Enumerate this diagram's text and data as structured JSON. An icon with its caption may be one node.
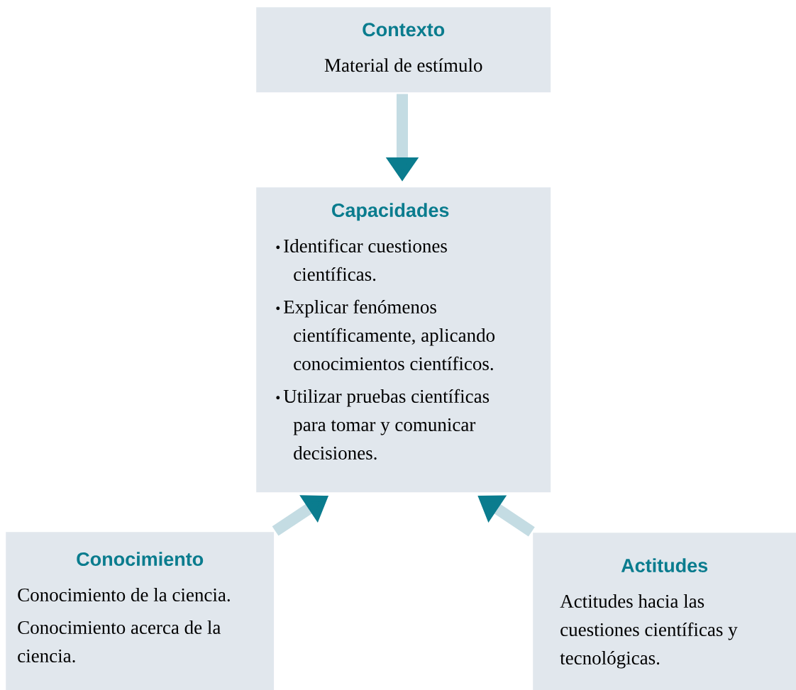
{
  "diagram": {
    "nodes": [
      {
        "text": [
          "Contexto",
          "Material de estímulo"
        ]
      },
      {
        "text": [
          "Capacidades",
          "Identificar cuestiones científicas.",
          "Explicar fenómenos científicamente, aplicando conocimientos científicos.",
          "Utilizar pruebas científicas para tomar y comunicar decisiones."
        ]
      },
      {
        "text": [
          "Conocimiento",
          "Conocimiento de la ciencia.",
          "Conocimiento acerca de la ciencia."
        ]
      },
      {
        "text": [
          "Actitudes",
          "Actitudes hacia las cuestiones científicas y tecnológicas."
        ]
      }
    ],
    "edges": [
      {
        "from": 0,
        "to": 1,
        "arrow": "to"
      },
      {
        "from": 2,
        "to": 1,
        "arrow": "to"
      },
      {
        "from": 3,
        "to": 1,
        "arrow": "to"
      }
    ]
  }
}
